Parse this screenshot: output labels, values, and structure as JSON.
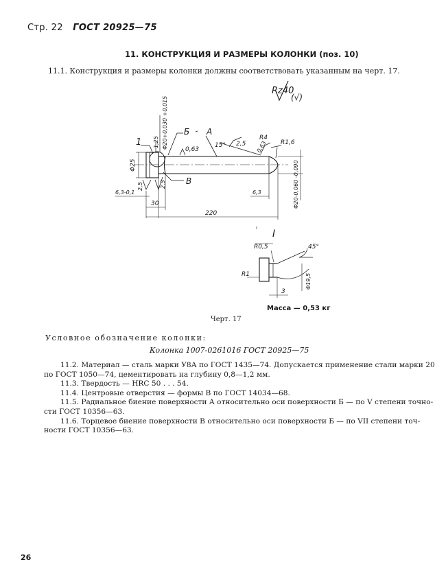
{
  "header": {
    "page_label": "Стр. 22",
    "standard": "ГОСТ 20925—75"
  },
  "section_title": "11. КОНСТРУКЦИЯ И РАЗМЕРЫ КОЛОНКИ (поз. 10)",
  "intro_paragraph": "11.1. Конструкция и размеры колонки должны соответствовать указанным на черт. 17.",
  "drawing": {
    "roughness_symbol": "Rz40",
    "roughness_bracket": "(√)",
    "labels": {
      "leader_1": "1",
      "zone_b_cyr": "Б",
      "zone_a": "А",
      "zone_v": "В",
      "tol_small_dia": "1,25",
      "dia_head_tol": "Φ20+0,030 +0,015",
      "rough_063": "0,63",
      "angle_15": "15°",
      "rough_25_top": "2,5",
      "rough_063_right": "0,63",
      "radius_r4": "R4",
      "radius_r16": "R1,6",
      "dia_25": "Φ25",
      "rough_25_left": "2,5",
      "rough_25_inner": "2,5",
      "dim_63_left": "6,3-0,1",
      "dim_30": "30",
      "dim_220": "220",
      "dim_63_right": "6,3",
      "dia_shaft": "Φ20-0,060 -0,090"
    },
    "detail": {
      "title": "I",
      "radius_r05": "R0,5",
      "angle_45": "45°",
      "radius_r1": "R1",
      "dim_3": "3",
      "dia_195": "Φ19,5"
    }
  },
  "mass_text": "Масса — 0,53 кг",
  "figure_caption": "Черт. 17",
  "designation_label": "Условное обозначение колонки:",
  "designation_value": "Колонка 1007-0261016 ГОСТ 20925—75",
  "items": [
    "11.2. Материал — сталь марки У8А по ГОСТ 1435—74. Допускается применение стали марки 20",
    "по ГОСТ 1050—74, цементировать на глубину 0,8—1,2 мм.",
    "11.3. Твердость — HRC 50 . . . 54.",
    "11.4. Центровые отверстия — формы В по ГОСТ 14034—68.",
    "11.5. Радиальное биение поверхности А относительно оси поверхности Б — по V степени точно-",
    "сти ГОСТ 10356—63.",
    "11.6. Торцевое биение поверхности В относительно оси поверхности Б — по VII степени точ-",
    "ности ГОСТ 10356—63."
  ],
  "footer_page_number": "26"
}
